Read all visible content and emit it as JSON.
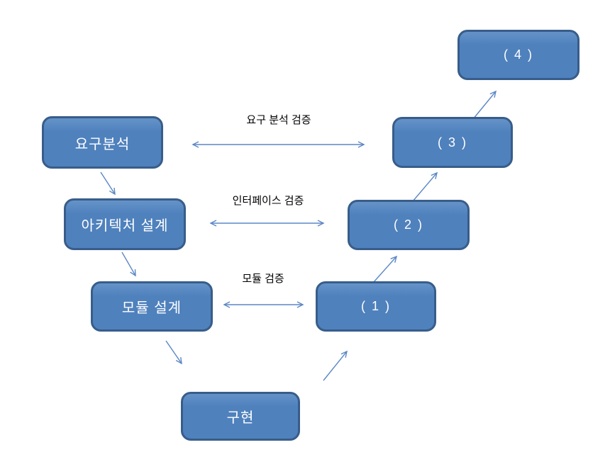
{
  "nodes": {
    "requirements": "요구분석",
    "architecture": "아키텍처 설계",
    "module_design": "모듈 설계",
    "implementation": "구현",
    "blank1": "( 1 )",
    "blank2": "( 2 )",
    "blank3": "( 3 )",
    "blank4": "( 4 )"
  },
  "verification_labels": {
    "requirements": "요구 분석 검증",
    "interface": "인터페이스 검증",
    "module": "모듈 검증"
  },
  "colors": {
    "node_fill": "#4f81bd",
    "node_border": "#385d8a",
    "node_text": "#ffffff",
    "arrow_stroke": "#5b87c5",
    "label_text": "#000000",
    "background": "#ffffff"
  }
}
